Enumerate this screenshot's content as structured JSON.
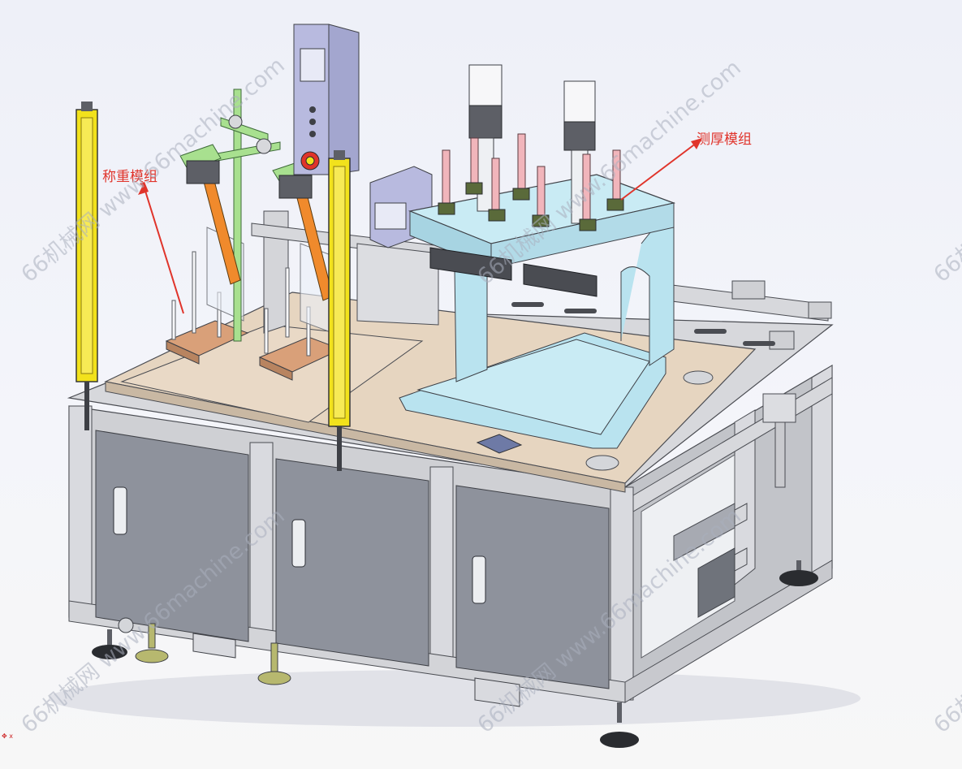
{
  "labels": {
    "weigh_module": "称重模组",
    "thickness_module": "测厚模组"
  },
  "watermark": {
    "text": "66机械网 www.66machine.com",
    "partial_text": "66机"
  },
  "corner_mark": "x",
  "colors": {
    "callout": "#e0342b",
    "frame": "#c9cace",
    "panel": "#8e929c",
    "plate": "#e6d5c0",
    "light_curtain": "#f2e21c",
    "thickness_frame": "#b9e3ef",
    "weigh_pad": "#d9a079",
    "sensor_arm": "#f08a2c",
    "stand_green": "#a8e08f",
    "control_box": "#b8badf",
    "rod_pink": "#f1b5bb",
    "foot_olive": "#b7b86f"
  }
}
